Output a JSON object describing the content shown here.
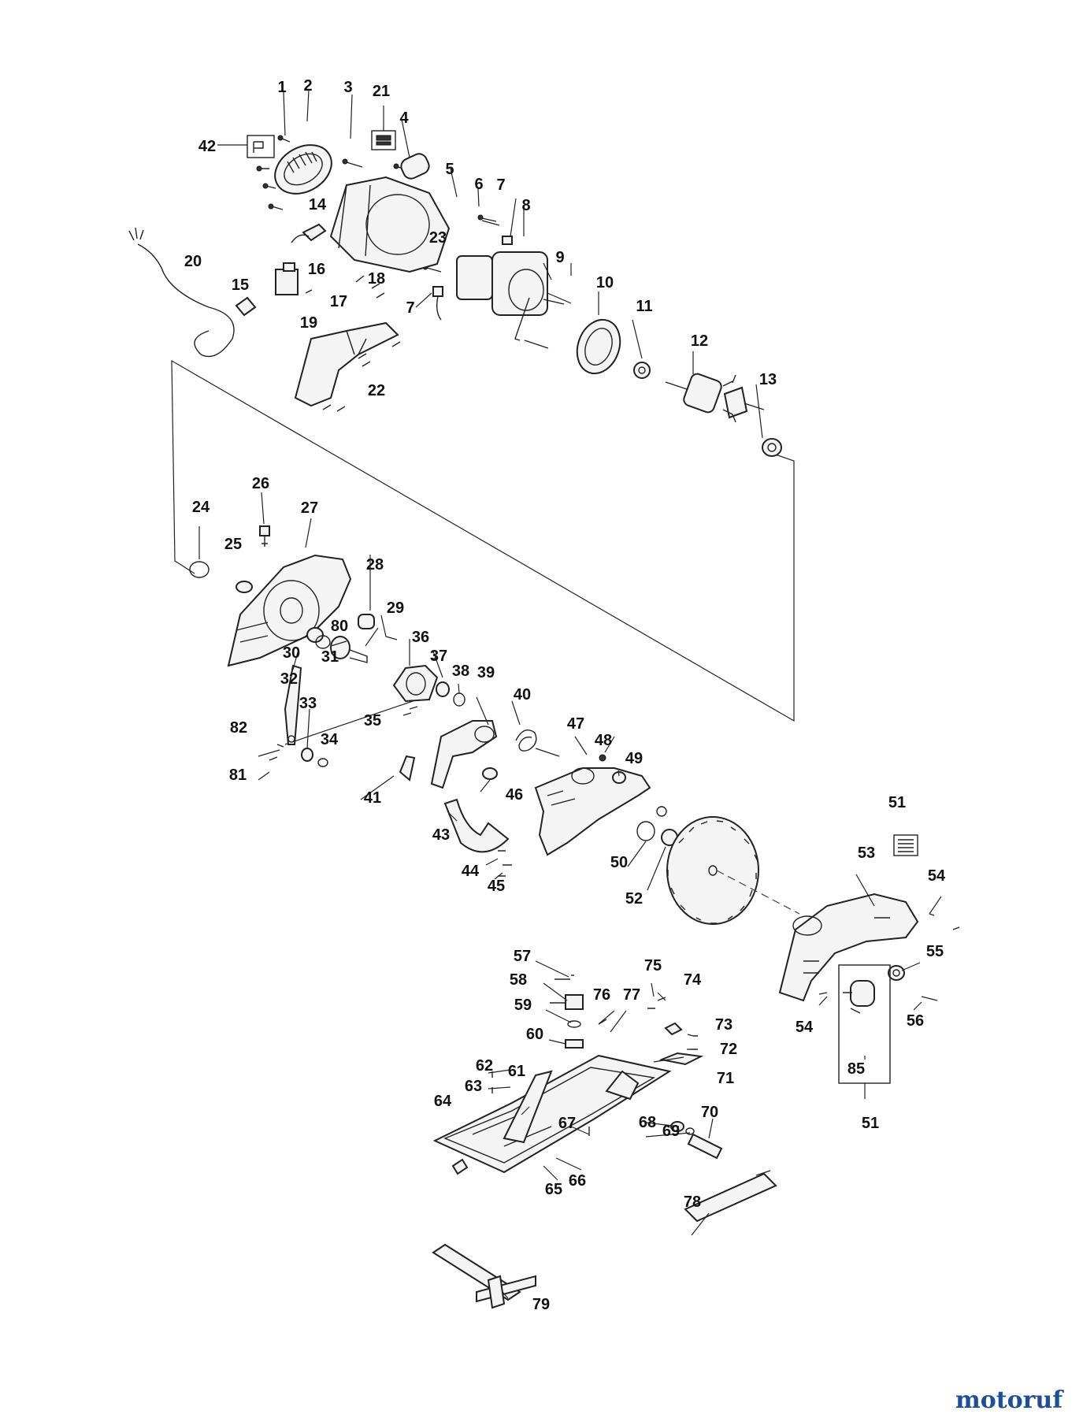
{
  "callouts": [
    "1",
    "2",
    "3",
    "21",
    "4",
    "42",
    "5",
    "6",
    "7",
    "8",
    "14",
    "23",
    "9",
    "20",
    "16",
    "15",
    "18",
    "10",
    "17",
    "7",
    "11",
    "19",
    "12",
    "22",
    "13",
    "26",
    "24",
    "27",
    "25",
    "28",
    "29",
    "80",
    "36",
    "30",
    "31",
    "37",
    "38",
    "39",
    "32",
    "40",
    "33",
    "47",
    "35",
    "48",
    "82",
    "34",
    "49",
    "81",
    "46",
    "41",
    "43",
    "51",
    "53",
    "50",
    "54",
    "44",
    "52",
    "45",
    "55",
    "57",
    "75",
    "74",
    "58",
    "76",
    "77",
    "59",
    "73",
    "60",
    "72",
    "62",
    "61",
    "71",
    "63",
    "64",
    "70",
    "67",
    "68",
    "69",
    "66",
    "65",
    "78",
    "79",
    "54",
    "56",
    "85",
    "51"
  ],
  "watermark": "motoruf"
}
